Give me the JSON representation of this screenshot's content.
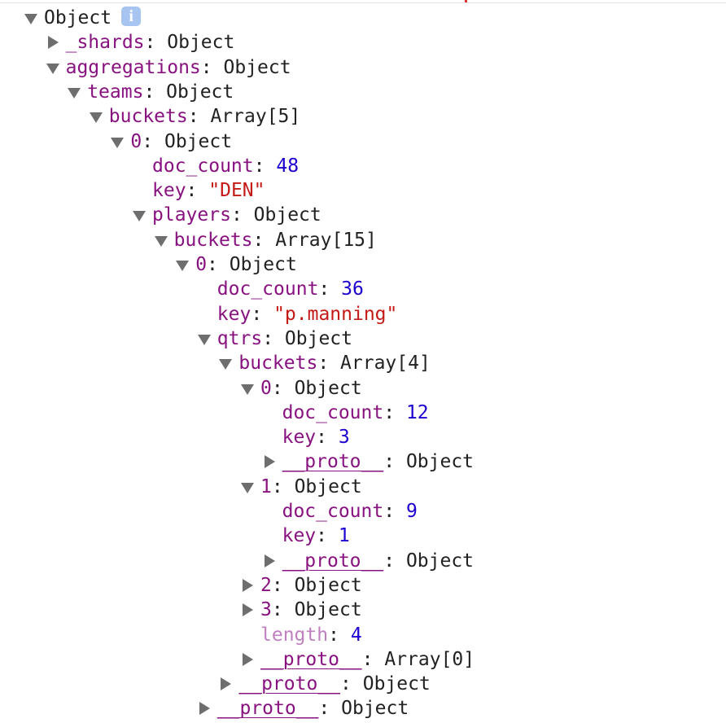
{
  "console": {
    "info_icon_glyph": "i",
    "rows": [
      {
        "depth": 0,
        "arrow": "down",
        "key": "Object",
        "key_kind": "plain",
        "sep": "",
        "value": "",
        "value_kind": "plain",
        "info": true
      },
      {
        "depth": 1,
        "arrow": "right",
        "key": "_shards",
        "key_kind": "key",
        "sep": ":",
        "value": "Object",
        "value_kind": "plain"
      },
      {
        "depth": 1,
        "arrow": "down",
        "key": "aggregations",
        "key_kind": "key",
        "sep": ":",
        "value": "Object",
        "value_kind": "plain"
      },
      {
        "depth": 2,
        "arrow": "down",
        "key": "teams",
        "key_kind": "key",
        "sep": ":",
        "value": "Object",
        "value_kind": "plain"
      },
      {
        "depth": 3,
        "arrow": "down",
        "key": "buckets",
        "key_kind": "key",
        "sep": ":",
        "value": "Array[5]",
        "value_kind": "plain"
      },
      {
        "depth": 4,
        "arrow": "down",
        "key": "0",
        "key_kind": "key",
        "sep": ":",
        "value": "Object",
        "value_kind": "plain"
      },
      {
        "depth": 5,
        "arrow": "none",
        "key": "doc_count",
        "key_kind": "key",
        "sep": ":",
        "value": "48",
        "value_kind": "number"
      },
      {
        "depth": 5,
        "arrow": "none",
        "key": "key",
        "key_kind": "key",
        "sep": ":",
        "value": "\"DEN\"",
        "value_kind": "string"
      },
      {
        "depth": 5,
        "arrow": "down",
        "key": "players",
        "key_kind": "key",
        "sep": ":",
        "value": "Object",
        "value_kind": "plain"
      },
      {
        "depth": 6,
        "arrow": "down",
        "key": "buckets",
        "key_kind": "key",
        "sep": ":",
        "value": "Array[15]",
        "value_kind": "plain"
      },
      {
        "depth": 7,
        "arrow": "down",
        "key": "0",
        "key_kind": "key",
        "sep": ":",
        "value": "Object",
        "value_kind": "plain"
      },
      {
        "depth": 8,
        "arrow": "none",
        "key": "doc_count",
        "key_kind": "key",
        "sep": ":",
        "value": "36",
        "value_kind": "number"
      },
      {
        "depth": 8,
        "arrow": "none",
        "key": "key",
        "key_kind": "key",
        "sep": ":",
        "value": "\"p.manning\"",
        "value_kind": "string"
      },
      {
        "depth": 8,
        "arrow": "down",
        "key": "qtrs",
        "key_kind": "key",
        "sep": ":",
        "value": "Object",
        "value_kind": "plain"
      },
      {
        "depth": 9,
        "arrow": "down",
        "key": "buckets",
        "key_kind": "key",
        "sep": ":",
        "value": "Array[4]",
        "value_kind": "plain"
      },
      {
        "depth": 10,
        "arrow": "down",
        "key": "0",
        "key_kind": "key",
        "sep": ":",
        "value": "Object",
        "value_kind": "plain"
      },
      {
        "depth": 11,
        "arrow": "none",
        "key": "doc_count",
        "key_kind": "key",
        "sep": ":",
        "value": "12",
        "value_kind": "number"
      },
      {
        "depth": 11,
        "arrow": "none",
        "key": "key",
        "key_kind": "key",
        "sep": ":",
        "value": "3",
        "value_kind": "number"
      },
      {
        "depth": 11,
        "arrow": "right",
        "key": "__proto__",
        "key_kind": "proto",
        "sep": ":",
        "value": "Object",
        "value_kind": "plain"
      },
      {
        "depth": 10,
        "arrow": "down",
        "key": "1",
        "key_kind": "key",
        "sep": ":",
        "value": "Object",
        "value_kind": "plain"
      },
      {
        "depth": 11,
        "arrow": "none",
        "key": "doc_count",
        "key_kind": "key",
        "sep": ":",
        "value": "9",
        "value_kind": "number"
      },
      {
        "depth": 11,
        "arrow": "none",
        "key": "key",
        "key_kind": "key",
        "sep": ":",
        "value": "1",
        "value_kind": "number"
      },
      {
        "depth": 11,
        "arrow": "right",
        "key": "__proto__",
        "key_kind": "proto",
        "sep": ":",
        "value": "Object",
        "value_kind": "plain"
      },
      {
        "depth": 10,
        "arrow": "right",
        "key": "2",
        "key_kind": "key",
        "sep": ":",
        "value": "Object",
        "value_kind": "plain"
      },
      {
        "depth": 10,
        "arrow": "right",
        "key": "3",
        "key_kind": "key",
        "sep": ":",
        "value": "Object",
        "value_kind": "plain"
      },
      {
        "depth": 10,
        "arrow": "none",
        "key": "length",
        "key_kind": "dim",
        "sep": ":",
        "value": "4",
        "value_kind": "number"
      },
      {
        "depth": 10,
        "arrow": "right",
        "key": "__proto__",
        "key_kind": "proto",
        "sep": ":",
        "value": "Array[0]",
        "value_kind": "plain"
      },
      {
        "depth": 9,
        "arrow": "right",
        "key": "__proto__",
        "key_kind": "proto",
        "sep": ":",
        "value": "Object",
        "value_kind": "plain"
      },
      {
        "depth": 8,
        "arrow": "right",
        "key": "__proto__",
        "key_kind": "proto",
        "sep": ":",
        "value": "Object",
        "value_kind": "plain"
      }
    ]
  }
}
